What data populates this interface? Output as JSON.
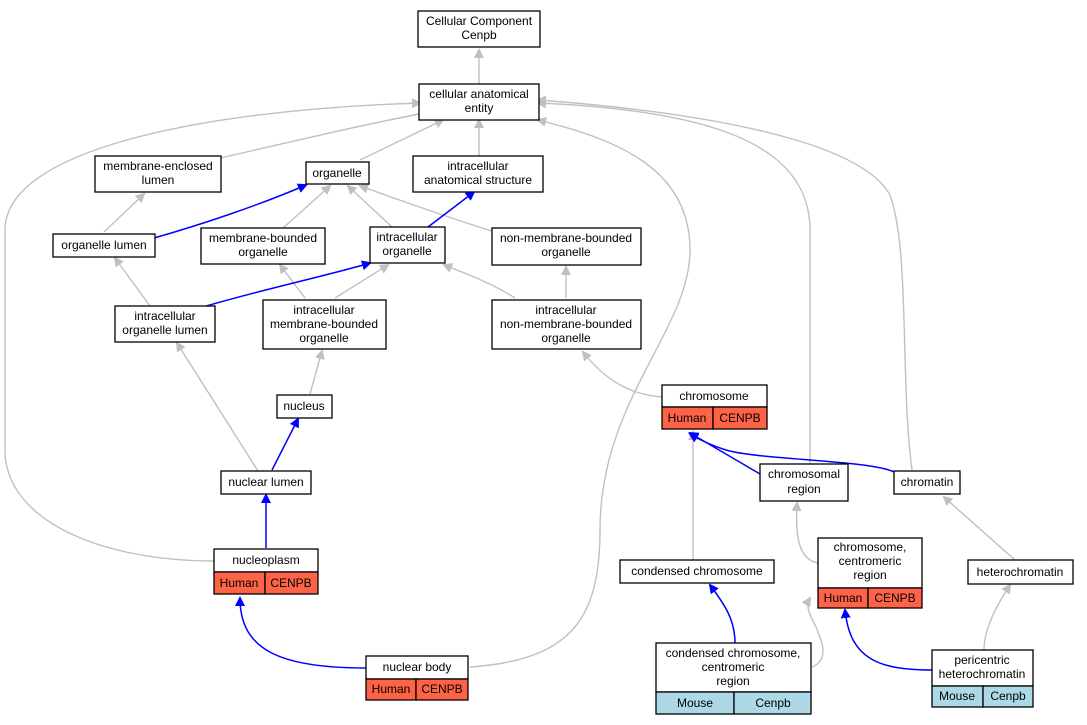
{
  "nodes": {
    "root": [
      "Cellular Component",
      "Cenpb"
    ],
    "cae": [
      "cellular anatomical",
      "entity"
    ],
    "mel": [
      "membrane-enclosed",
      "lumen"
    ],
    "organelle": [
      "organelle"
    ],
    "ias": [
      "intracellular",
      "anatomical structure"
    ],
    "ol": [
      "organelle lumen"
    ],
    "mbo": [
      "membrane-bounded",
      "organelle"
    ],
    "io": [
      "intracellular",
      "organelle"
    ],
    "nmbo": [
      "non-membrane-bounded",
      "organelle"
    ],
    "iol": [
      "intracellular",
      "organelle lumen"
    ],
    "imbo": [
      "intracellular",
      "membrane-bounded",
      "organelle"
    ],
    "inmbo": [
      "intracellular",
      "non-membrane-bounded",
      "organelle"
    ],
    "nucleus": [
      "nucleus"
    ],
    "chromosome": [
      "chromosome"
    ],
    "nl": [
      "nuclear lumen"
    ],
    "cr": [
      "chromosomal",
      "region"
    ],
    "chromatin": [
      "chromatin"
    ],
    "nucleoplasm": [
      "nucleoplasm"
    ],
    "cc": [
      "condensed chromosome"
    ],
    "ccr": [
      "chromosome,",
      "centromeric",
      "region"
    ],
    "hc": [
      "heterochromatin"
    ],
    "nb": [
      "nuclear body"
    ],
    "ccc": [
      "condensed chromosome,",
      "centromeric",
      "region"
    ],
    "ph": [
      "pericentric",
      "heterochromatin"
    ]
  },
  "species": {
    "chromosome": [
      "Human",
      "CENPB"
    ],
    "nucleoplasm": [
      "Human",
      "CENPB"
    ],
    "ccr": [
      "Human",
      "CENPB"
    ],
    "nb": [
      "Human",
      "CENPB"
    ],
    "ccc": [
      "Mouse",
      "Cenpb"
    ],
    "ph": [
      "Mouse",
      "Cenpb"
    ]
  },
  "colors": {
    "human": "#ff6347",
    "mouse": "#add8e6",
    "is_a_edge": "#c0c0c0",
    "part_of_edge": "#0000ff"
  }
}
